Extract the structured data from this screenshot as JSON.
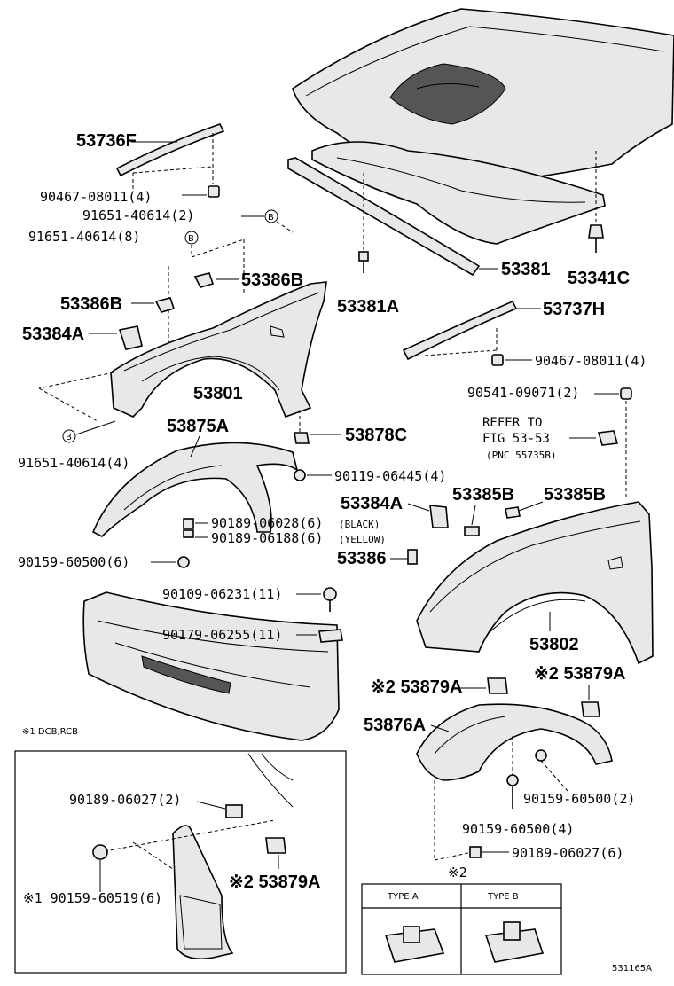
{
  "labels": {
    "p53736F": "53736F",
    "p90467_a": "90467-08011(4)",
    "p91651_2": "91651-40614(2)",
    "p91651_8": "91651-40614(8)",
    "p53386B_a": "53386B",
    "p53386B_b": "53386B",
    "p53384A_a": "53384A",
    "p53801": "53801",
    "p91651_4": "91651-40614(4)",
    "p53875A": "53875A",
    "p53878C": "53878C",
    "p90119": "90119-06445(4)",
    "p90189_06028": "90189-06028(6)",
    "black": "(BLACK)",
    "p90189_06188": "90189-06188(6)",
    "yellow": "(YELLOW)",
    "p90159_6": "90159-60500(6)",
    "p90109": "90109-06231(11)",
    "p90179": "90179-06255(11)",
    "note1": "※1 DCB,RCB",
    "p53381": "53381",
    "p53381A": "53381A",
    "p53341C": "53341C",
    "p53737H": "53737H",
    "p90467_b": "90467-08011(4)",
    "p90541": "90541-09071(2)",
    "refer1": "REFER TO",
    "refer2": "FIG 53-53",
    "refer3": "(PNC 55735B)",
    "p53384A_b": "53384A",
    "p53385B_a": "53385B",
    "p53385B_b": "53385B",
    "p53386": "53386",
    "p53802": "53802",
    "p53879A_a": "※2 53879A",
    "p53879A_b": "※2 53879A",
    "p53876A": "53876A",
    "p90159_2": "90159-60500(2)",
    "p90159_4": "90159-60500(4)",
    "p90189_06027_6": "90189-06027(6)",
    "mark2": "※2",
    "inset_90189": "90189-06027(2)",
    "inset_90159": "※1 90159-60519(6)",
    "inset_53879A": "※2 53879A",
    "typeA": "TYPE A",
    "typeB": "TYPE B",
    "marker_b": "B",
    "figcode": "531165A"
  }
}
